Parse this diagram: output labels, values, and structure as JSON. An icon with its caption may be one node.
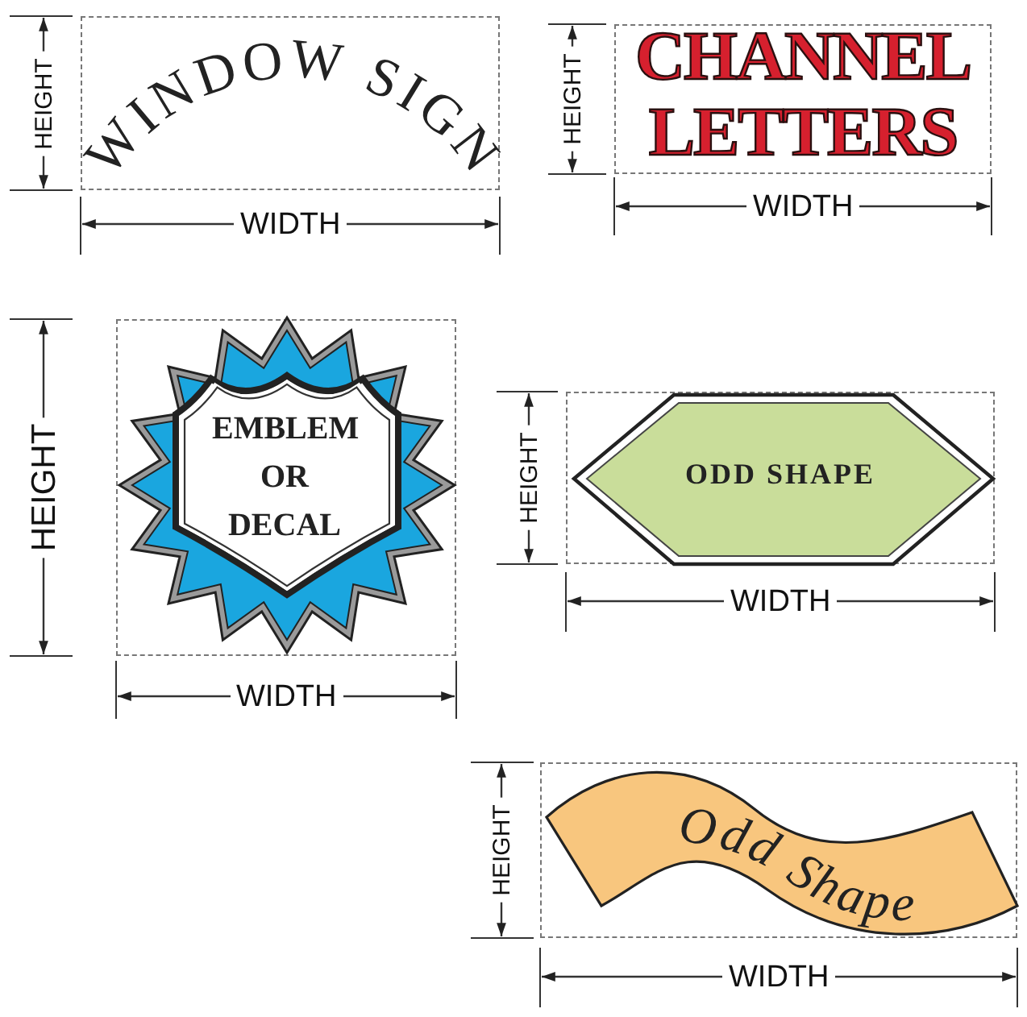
{
  "diagram": {
    "nodes": [
      {
        "text": [
          "WINDOW SIGN"
        ]
      },
      {
        "text": [
          "CHANNEL LETTERS"
        ]
      },
      {
        "text": [
          "EMBLEM OR DECAL"
        ]
      },
      {
        "text": [
          "ODD SHAPE"
        ]
      },
      {
        "text": [
          "Odd Shape"
        ]
      }
    ],
    "labels": [
      "HEIGHT",
      "WIDTH",
      "HEIGHT",
      "WIDTH",
      "HEIGHT",
      "WIDTH",
      "HEIGHT",
      "WIDTH",
      "HEIGHT",
      "WIDTH"
    ]
  }
}
